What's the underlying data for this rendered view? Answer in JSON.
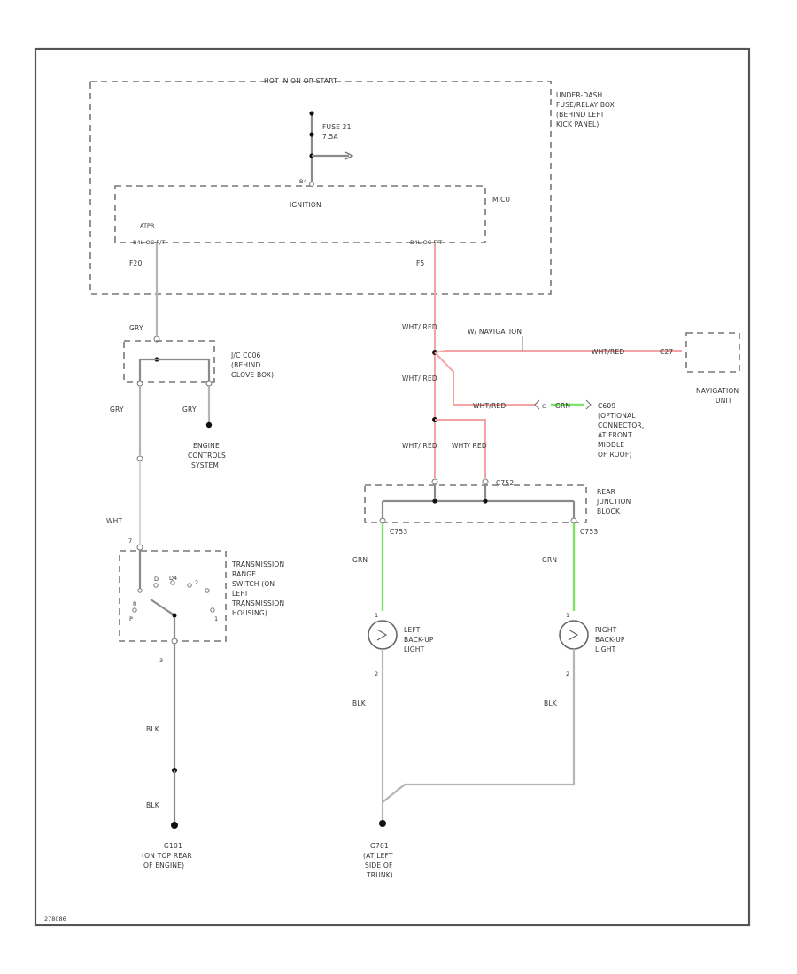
{
  "power_label": "HOT IN ON OR START",
  "fuse": {
    "name": "FUSE 21",
    "rating": "7.5A"
  },
  "fuse_box": {
    "line1": "UNDER-DASH",
    "line2": "FUSE/RELAY BOX",
    "line3": "(BEHIND LEFT",
    "line4": "KICK PANEL)"
  },
  "micu": {
    "label": "MICU",
    "circuit": "IGNITION",
    "pin_top": "B4",
    "pin_left_tag": "ATPR",
    "conn_left": "B4L-OC F/T",
    "conn_right": "B4L-OC F/T",
    "pin_left": "F20",
    "pin_right": "F5"
  },
  "wires": {
    "gry": "GRY",
    "wht": "WHT",
    "blk": "BLK",
    "grn": "GRN",
    "wht_red": "WHT/ RED",
    "wht_red_inline": "WHT/RED",
    "w_navigation": "W/ NAVIGATION"
  },
  "jc": {
    "line1": "J/C C006",
    "line2": "(BEHIND",
    "line3": "GLOVE BOX)"
  },
  "engine": {
    "line1": "ENGINE",
    "line2": "CONTROLS",
    "line3": "SYSTEM"
  },
  "trans": {
    "line1": "TRANSMISSION",
    "line2": "RANGE",
    "line3": "SWITCH (ON",
    "line4": "LEFT",
    "line5": "TRANSMISSION",
    "line6": "HOUSING)",
    "pos_r": "R",
    "pos_p": "P",
    "pos_d": "D",
    "pos_2": "2",
    "pos_1": "1",
    "pos_dd": "D4",
    "pin_top": "7",
    "pin_bot": "3"
  },
  "ground_left": {
    "id": "G101",
    "line2": "(ON TOP REAR",
    "line3": "OF ENGINE)"
  },
  "ground_right": {
    "id": "G701",
    "line2": "(AT LEFT",
    "line3": "SIDE OF",
    "line4": "TRUNK)"
  },
  "navigation": {
    "connector": "C27",
    "line1": "NAVIGATION",
    "line2": "UNIT"
  },
  "optional_conn": {
    "id": "C609",
    "line1": "(OPTIONAL",
    "line2": "CONNECTOR,",
    "line3": "AT FRONT",
    "line4": "MIDDLE",
    "line5": "OF ROOF)",
    "pin": "C"
  },
  "rear_jb": {
    "connector": "C752",
    "line1": "REAR",
    "line2": "JUNCTION",
    "line3": "BLOCK",
    "left_conn": "C753",
    "right_conn": "C753"
  },
  "left_light": {
    "line1": "LEFT",
    "line2": "BACK-UP",
    "line3": "LIGHT",
    "pin1": "1",
    "pin2": "2"
  },
  "right_light": {
    "line1": "RIGHT",
    "line2": "BACK-UP",
    "line3": "LIGHT",
    "pin1": "1",
    "pin2": "2"
  },
  "figure_id": "278086",
  "colors": {
    "red_wire": "#f3a3a3",
    "green_wire": "#7ee36a",
    "gray_wire": "#b5b5b5"
  }
}
